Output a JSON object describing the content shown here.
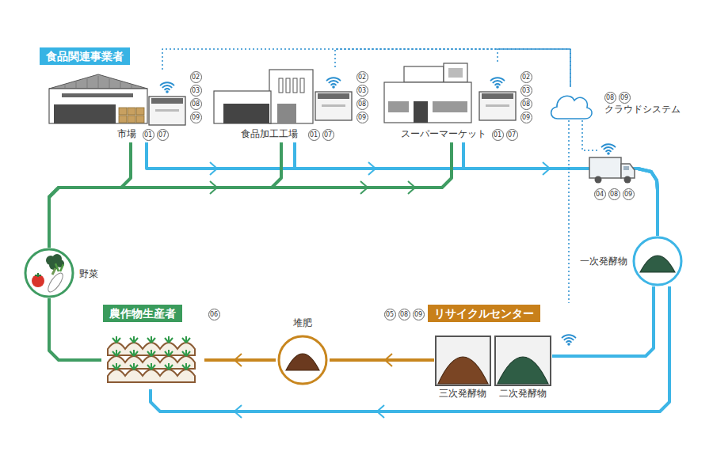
{
  "diagram": {
    "nodes": [
      {
        "text": [
          "食品関連事業者"
        ]
      },
      {
        "text": [
          "市場"
        ],
        "in": 0
      },
      {
        "text": [
          "食品加工工場"
        ],
        "in": 0
      },
      {
        "text": [
          "スーパーマーケット"
        ],
        "in": 0
      },
      {
        "text": [
          "クラウドシステム"
        ]
      },
      {
        "text": [
          "一次発酵物"
        ]
      },
      {
        "text": [
          "野菜"
        ]
      },
      {
        "text": [
          "農作物生産者"
        ]
      },
      {
        "text": [
          "堆肥"
        ]
      },
      {
        "text": [
          "リサイクルセンター"
        ]
      },
      {
        "text": [
          "三次発酵物"
        ],
        "in": 9
      },
      {
        "text": [
          "二次発酵物"
        ],
        "in": 9
      }
    ],
    "edges": [
      {
        "from": 1,
        "to": 5,
        "arrow": "to"
      },
      {
        "from": 2,
        "to": 5,
        "arrow": "to"
      },
      {
        "from": 3,
        "to": 5,
        "arrow": "to"
      },
      {
        "from": 5,
        "to": 11,
        "arrow": "none"
      },
      {
        "from": 5,
        "to": 7,
        "arrow": "to"
      },
      {
        "from": 10,
        "to": 8,
        "arrow": "to"
      },
      {
        "from": 8,
        "to": 7,
        "arrow": "to"
      },
      {
        "from": 7,
        "to": 6,
        "arrow": "none"
      },
      {
        "from": 6,
        "to": 1,
        "arrow": "to"
      },
      {
        "from": 6,
        "to": 2,
        "arrow": "to"
      },
      {
        "from": 6,
        "to": 3,
        "arrow": "to"
      },
      {
        "from": 1,
        "to": 4,
        "arrow": "none"
      },
      {
        "from": 2,
        "to": 4,
        "arrow": "none"
      },
      {
        "from": 3,
        "to": 4,
        "arrow": "none"
      },
      {
        "from": 4,
        "to": 9,
        "arrow": "none"
      }
    ],
    "labels": [
      "01",
      "07",
      "02",
      "03",
      "08",
      "09",
      "01",
      "07",
      "02",
      "03",
      "08",
      "09",
      "01",
      "07",
      "02",
      "03",
      "08",
      "09",
      "08",
      "09",
      "04",
      "08",
      "09",
      "06",
      "05",
      "08",
      "09"
    ]
  }
}
